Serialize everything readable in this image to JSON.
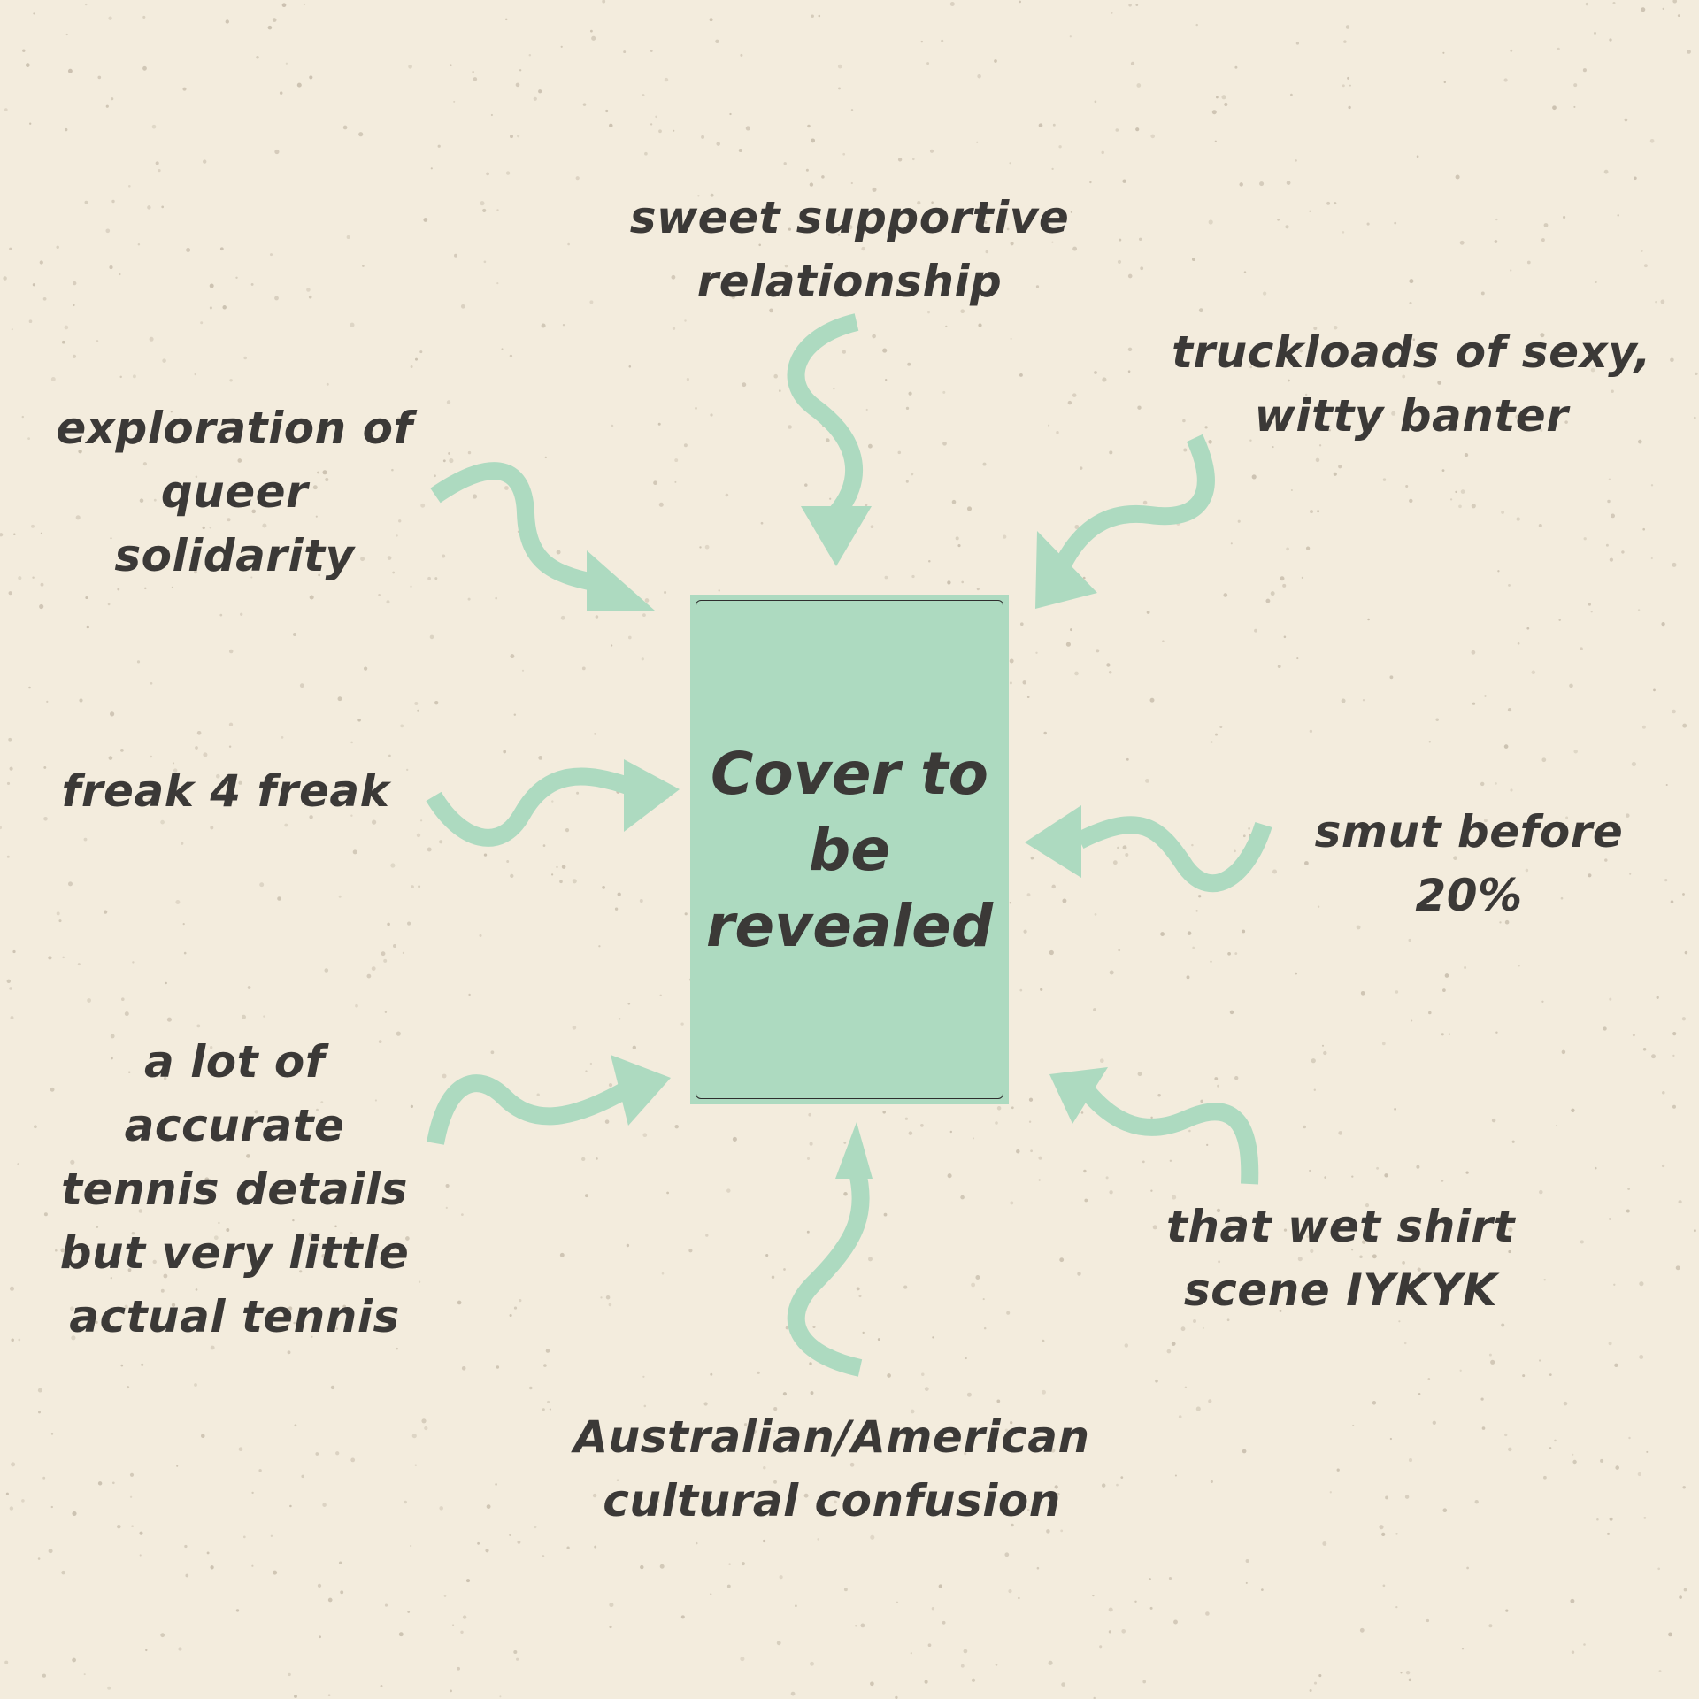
{
  "colors": {
    "background": "#f3ecdd",
    "speckle": "#c9bfae",
    "arrow": "#addac0",
    "cover_fill": "#addac0",
    "text": "#3b3937"
  },
  "center": {
    "text": "Cover to\nbe\nrevealed"
  },
  "labels": {
    "top": "sweet supportive\nrelationship",
    "top_right": "truckloads of sexy,\nwitty banter",
    "top_left": "exploration of\nqueer\nsolidarity",
    "left": "freak 4 freak",
    "right": "smut before\n20%",
    "bottom_left": "a lot of\naccurate\ntennis details\nbut very little\nactual tennis",
    "bottom_right": "that wet shirt\nscene IYKYK",
    "bottom": "Australian/American\ncultural confusion"
  }
}
